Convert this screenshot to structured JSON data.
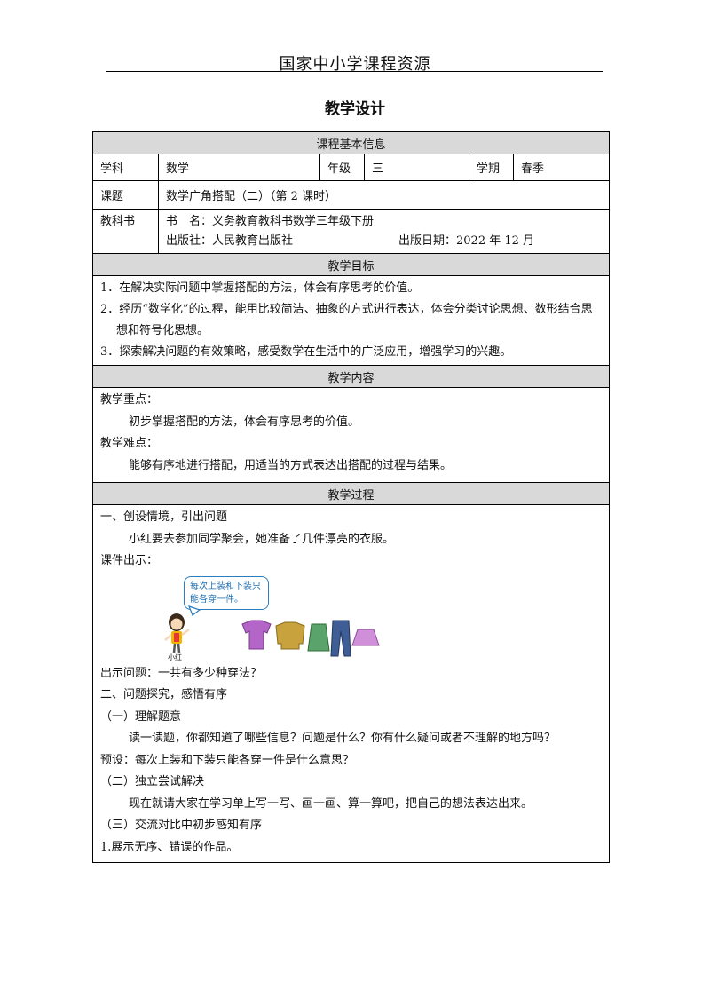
{
  "header": {
    "title": "国家中小学课程资源"
  },
  "doc_title": "教学设计",
  "basic_info": {
    "section": "课程基本信息",
    "subject_label": "学科",
    "subject": "数学",
    "grade_label": "年级",
    "grade": "三",
    "term_label": "学期",
    "term": "春季",
    "topic_label": "课题",
    "topic": "数学广角搭配（二）（第 2 课时）",
    "textbook_label": "教科书",
    "book_line": "书　名：义务教育教科书数学三年级下册",
    "publisher_line": "出版社：人民教育出版社",
    "date_line": "出版日期：2022 年 12 月"
  },
  "goals": {
    "section": "教学目标",
    "items": [
      "1．在解决实际问题中掌握搭配的方法，体会有序思考的价值。",
      "2．经历“数学化”的过程，能用比较简洁、抽象的方式进行表达，体会分类讨论思想、数形结合思想和符号化思想。",
      "3．探索解决问题的有效策略，感受数学在生活中的广泛应用，增强学习的兴趣。"
    ]
  },
  "content": {
    "section": "教学内容",
    "key_label": "教学重点：",
    "key_text": "初步掌握搭配的方法，体会有序思考的价值。",
    "diff_label": "教学难点：",
    "diff_text": "能够有序地进行搭配，用适当的方式表达出搭配的过程与结果。"
  },
  "process": {
    "section": "教学过程",
    "l1": "一、创设情境，引出问题",
    "l2": "小红要去参加同学聚会，她准备了几件漂亮的衣服。",
    "l3": "课件出示：",
    "bubble_text": "每次上装和下装只能各穿一件。",
    "character_label": "小红",
    "l4": "出示问题：一共有多少种穿法？",
    "l5": "二、问题探究，感悟有序",
    "l6": "（一）理解题意",
    "l7": "读一读题，你都知道了哪些信息？问题是什么？你有什么疑问或者不理解的地方吗？",
    "l8": "预设：每次上装和下装只能各穿一件是什么意思？",
    "l9": "（二）独立尝试解决",
    "l10": "现在就请大家在学习单上写一写、画一画、算一算吧，把自己的想法表达出来。",
    "l11": "（三）交流对比中初步感知有序",
    "l12": "1.展示无序、错误的作品。"
  }
}
